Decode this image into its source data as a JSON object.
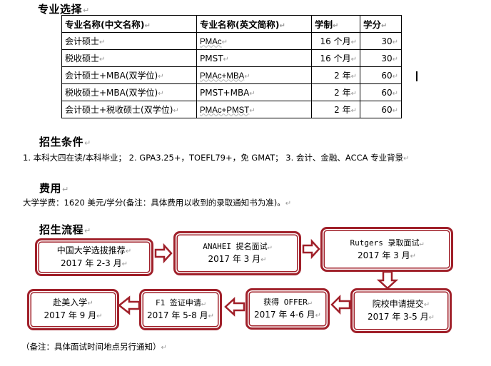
{
  "majors": {
    "heading": "专业选择",
    "columns": [
      "专业名称(中文名称)",
      "专业名称(英文简称)",
      "学制",
      "学分"
    ],
    "rows": [
      {
        "cn": "会计硕士",
        "en": "PMAc",
        "duration": "16 个月",
        "credits": "30"
      },
      {
        "cn": "税收硕士",
        "en": "PMST",
        "duration": "16 个月",
        "credits": "30"
      },
      {
        "cn": "会计硕士+MBA(双学位)",
        "en": "PMAc+MBA",
        "duration": "2 年",
        "credits": "60"
      },
      {
        "cn": "税收硕士+MBA(双学位)",
        "en": "PMST+MBA",
        "duration": "2 年",
        "credits": "60"
      },
      {
        "cn": "会计硕士+税收硕士(双学位)",
        "en": "PMAc+PMST",
        "duration": "2 年",
        "credits": "60"
      }
    ]
  },
  "requirements": {
    "heading": "招生条件",
    "text": "1.   本科大四在读/本科毕业；  2. GPA3.25+，TOEFL79+，免 GMAT；  3.  会计、金融、ACCA 专业背景"
  },
  "fees": {
    "heading": "费用",
    "text": "大学学费：1620 美元/学分(备注：具体费用以收到的录取通知书为准)。"
  },
  "process": {
    "heading": "招生流程",
    "steps": [
      {
        "title": "中国大学选拔推荐",
        "date": "2017 年 2-3 月"
      },
      {
        "title": "ANAHEI 提名面试",
        "date": "2017 年 3 月"
      },
      {
        "title": "Rutgers 录取面试",
        "date": "2017 年 3 月"
      },
      {
        "title": "院校申请提交",
        "date": "2017 年 3-5 月"
      },
      {
        "title": "获得 OFFER",
        "date": "2017 年 4-6 月"
      },
      {
        "title": "F1 签证申请",
        "date": "2017 年 5-8 月"
      },
      {
        "title": "赴美入学",
        "date": "2017 年 9 月"
      }
    ],
    "note": "（备注：具体面试时间地点另行通知）"
  },
  "colors": {
    "accent": "#a0202a"
  },
  "paragraph_mark": "↵"
}
